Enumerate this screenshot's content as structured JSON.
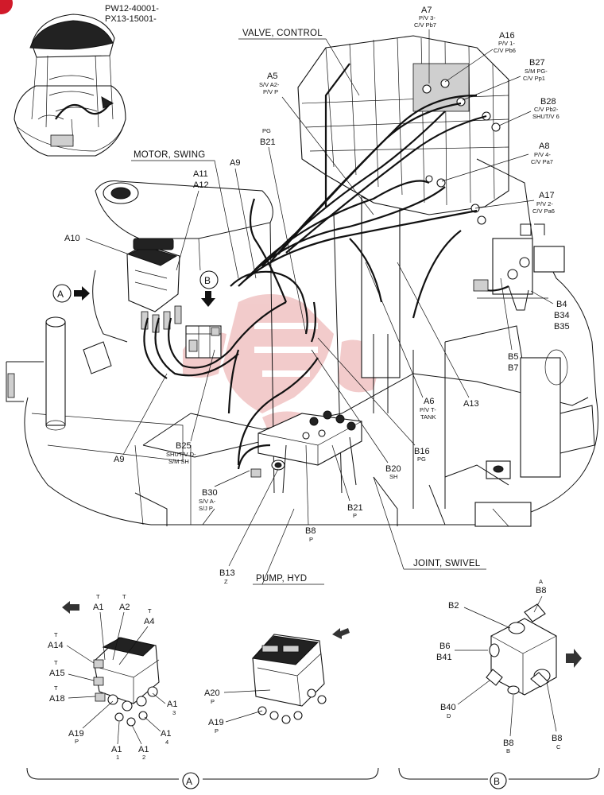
{
  "header": {
    "serial_line_1": "PW12-40001-",
    "serial_line_2": "PX13-15001-"
  },
  "section_titles": {
    "valve_control": "VALVE, CONTROL",
    "motor_swing": "MOTOR, SWING",
    "pump_hyd": "PUMP, HYD",
    "joint_swivel": "JOINT, SWIVEL"
  },
  "view_markers": {
    "a": "A",
    "b": "B"
  },
  "callouts": {
    "a7": {
      "id": "A7",
      "line1": "P/V 3-",
      "line2": "C/V Pb7"
    },
    "a16": {
      "id": "A16",
      "line1": "P/V 1-",
      "line2": "C/V Pb6"
    },
    "b27": {
      "id": "B27",
      "line1": "S/M PG-",
      "line2": "C/V Pp1"
    },
    "b28": {
      "id": "B28",
      "line1": "C/V Pb2-",
      "line2": "SHUT/V 6"
    },
    "a5": {
      "id": "A5",
      "line1": "S/V A2-",
      "line2": "P/V P"
    },
    "pg_b21": {
      "top": "PG",
      "id": "B21"
    },
    "a8": {
      "id": "A8",
      "line1": "P/V 4-",
      "line2": "C/V Pa7"
    },
    "a17": {
      "id": "A17",
      "line1": "P/V 2-",
      "line2": "C/V Pa6"
    },
    "a11": "A11",
    "a12": "A12",
    "a9_top": "A9",
    "a10": "A10",
    "b4": "B4",
    "b34": "B34",
    "b35": "B35",
    "b5": "B5",
    "b7": "B7",
    "a6": {
      "id": "A6",
      "line1": "P/V T-",
      "line2": "TANK"
    },
    "a13": "A13",
    "a9_bottom": "A9",
    "b25": {
      "id": "B25",
      "line1": "SHUT/V D-",
      "line2": "S/M SH"
    },
    "b16": {
      "id": "B16",
      "sub": "PG"
    },
    "b20": {
      "id": "B20",
      "sub": "SH"
    },
    "b30": {
      "id": "B30",
      "line1": "S/V A-",
      "line2": "S/J P"
    },
    "b21_p": {
      "id": "B21",
      "sub": "P"
    },
    "b8_p": {
      "id": "B8",
      "sub": "P"
    },
    "b13": {
      "id": "B13",
      "sub": "Z"
    }
  },
  "detail_a": {
    "labels": [
      {
        "key": "a1t",
        "pre": "T",
        "id": "A1"
      },
      {
        "key": "a2",
        "pre": "T",
        "id": "A2"
      },
      {
        "key": "a4",
        "pre": "T",
        "id": "A4"
      },
      {
        "key": "a14",
        "pre": "T",
        "id": "A14"
      },
      {
        "key": "a15",
        "pre": "T",
        "id": "A15"
      },
      {
        "key": "a18",
        "pre": "T",
        "id": "A18"
      },
      {
        "key": "a1_3",
        "id": "A1",
        "sub": "3"
      },
      {
        "key": "a19",
        "id": "A19",
        "sub": "P"
      },
      {
        "key": "a1_4",
        "id": "A1",
        "sub": "4"
      },
      {
        "key": "a1_1",
        "id": "A1",
        "sub": "1"
      },
      {
        "key": "a1_2",
        "id": "A1",
        "sub": "2"
      },
      {
        "key": "a20",
        "id": "A20",
        "sub": "P"
      },
      {
        "key": "a19b",
        "id": "A19",
        "sub": "P"
      }
    ]
  },
  "detail_b": {
    "a_b8": {
      "pre": "A",
      "id": "B8"
    },
    "b2": "B2",
    "b6": "B6",
    "b41": "B41",
    "b40": {
      "id": "B40",
      "sub": "D"
    },
    "b8_b": {
      "id": "B8",
      "sub": "B"
    },
    "b8_c": {
      "id": "B8",
      "sub": "C"
    }
  },
  "watermark": {
    "color": "#e8a2a2"
  },
  "colors": {
    "line": "#111111",
    "badge": "#d11a2a"
  }
}
